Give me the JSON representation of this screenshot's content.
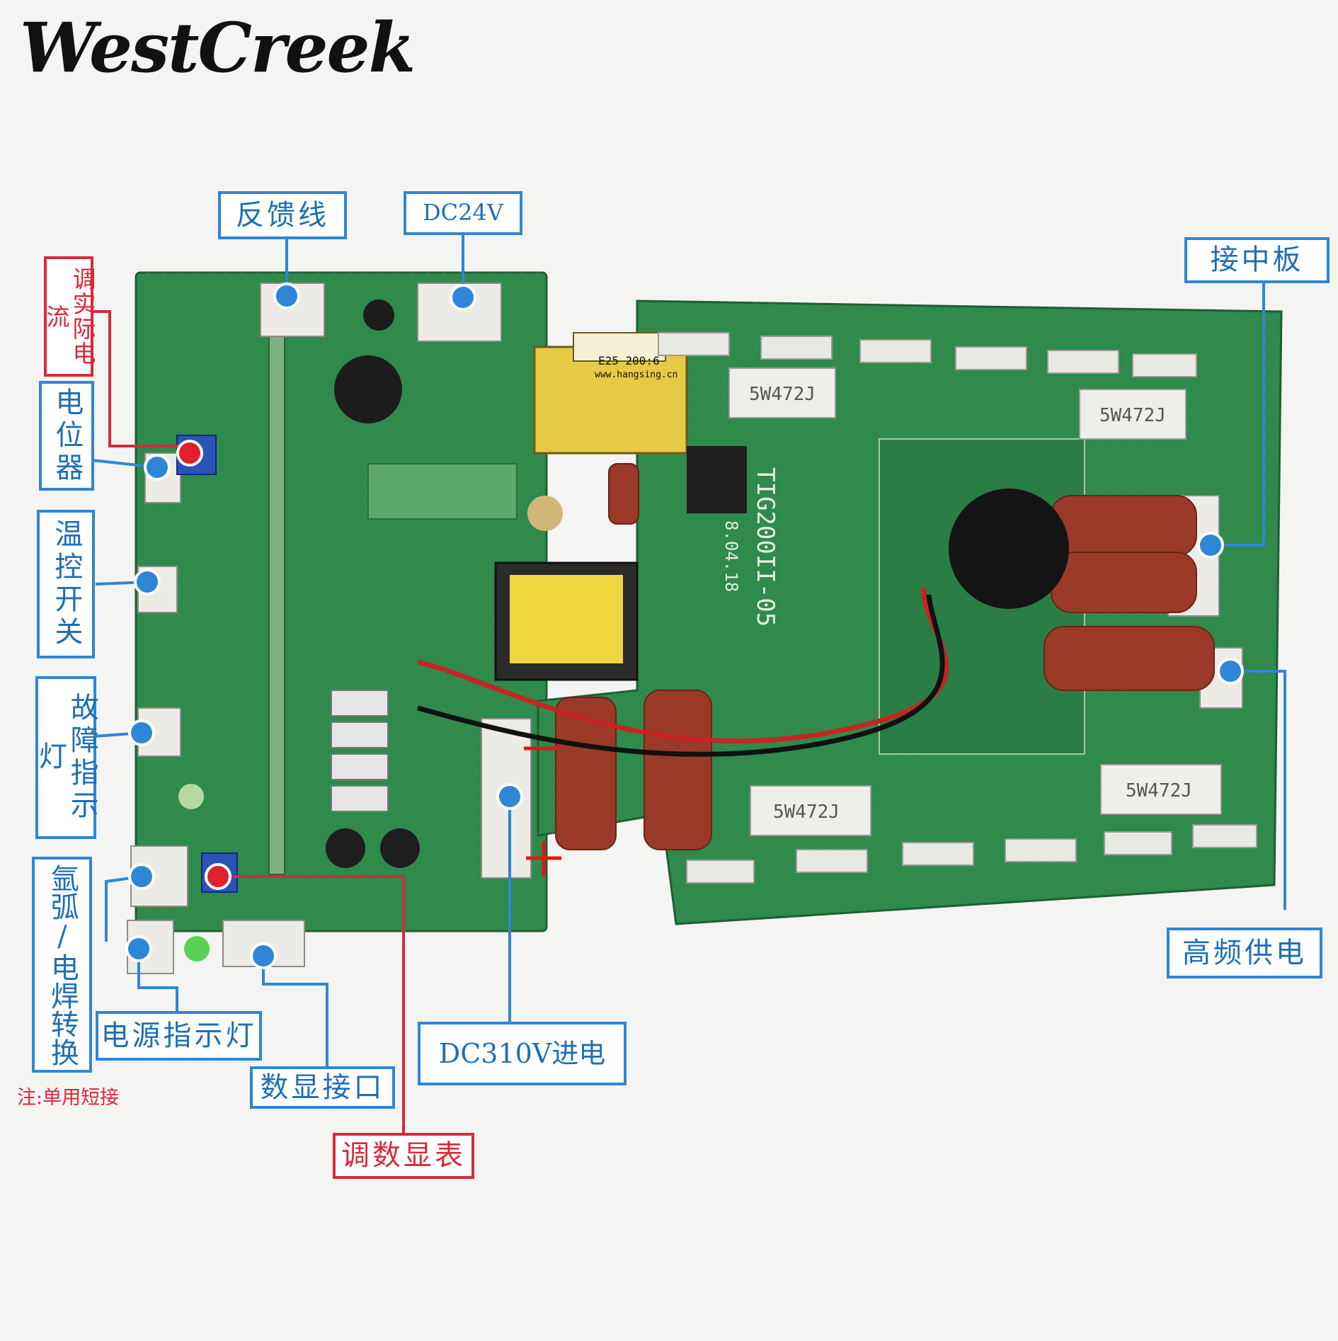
{
  "brand": {
    "logo_text": "WestCreek"
  },
  "board": {
    "model_silk": "TIG200II-05",
    "date_silk": "8.04.18",
    "transformer_label": "E25  200:6",
    "transformer_url": "www.hangsing.cn",
    "resistor_marking": "5W472J",
    "colors": {
      "pcb": "#2f8a4c",
      "pcb_dark": "#246f3c",
      "capacitor": "#9b3a28",
      "label_blue": "#2f86d6",
      "label_red": "#d72a3b"
    }
  },
  "labels": {
    "feedback_line": "反馈线",
    "dc24v": "DC24V",
    "adjust_current": "调实际电流",
    "potentiometer": "电位器",
    "temp_switch": "温控开关",
    "fault_light": "故障指示灯",
    "argon_arc_switch": "氩弧/电焊转换",
    "power_light": "电源指示灯",
    "display_port": "数显接口",
    "adjust_display": "调数显表",
    "dc310v_input": "DC310V进电",
    "middle_board": "接中板",
    "hf_supply": "高频供电"
  },
  "note": "注:单用短接"
}
